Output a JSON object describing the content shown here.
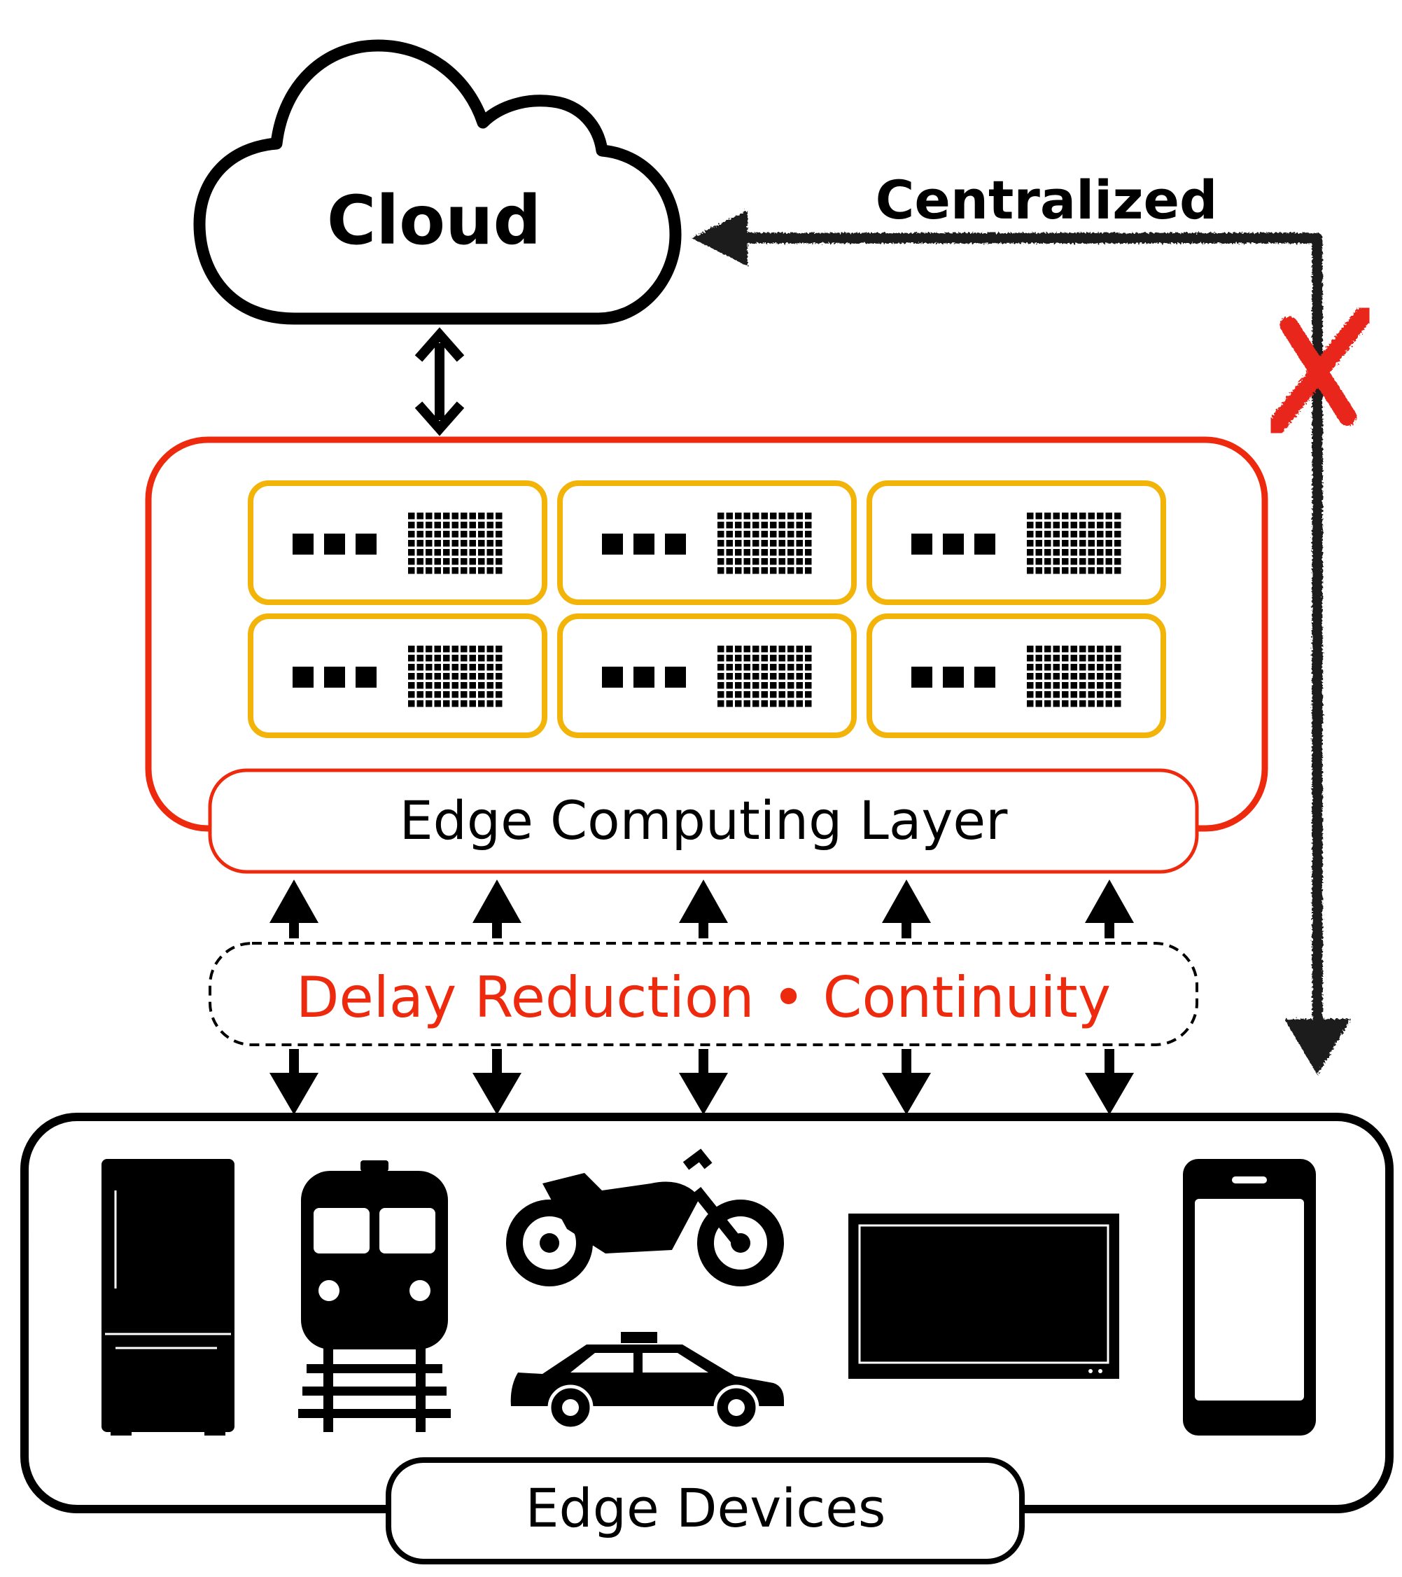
{
  "cloud": {
    "label": "Cloud"
  },
  "centralized": {
    "label": "Centralized"
  },
  "edge_layer": {
    "label": "Edge Computing Layer",
    "server_rows": 2,
    "server_cols": 3
  },
  "benefits": {
    "label": "Delay Reduction • Continuity"
  },
  "edge_devices": {
    "label": "Edge Devices",
    "devices": [
      "refrigerator-icon",
      "train-icon",
      "motorcycle-icon",
      "car-icon",
      "tv-icon",
      "smartphone-icon"
    ]
  },
  "colors": {
    "ink": "#000000",
    "edge_layer_border": "#ee2a0e",
    "server_border": "#f3b40a",
    "benefit_text": "#ee2a0e",
    "cross": "#e8251c"
  }
}
